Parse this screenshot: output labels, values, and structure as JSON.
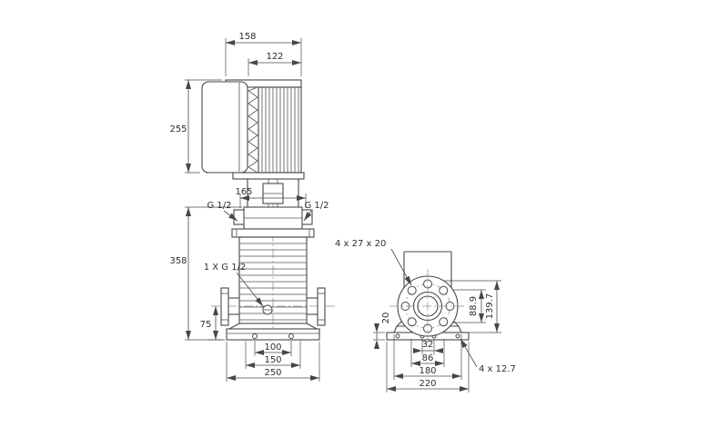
{
  "front_view": {
    "dim_top_width": "158",
    "dim_motor_width": "122",
    "dim_motor_height": "255",
    "dim_port_spacing": "165",
    "port_left_label": "G 1/2",
    "port_right_label": "G 1/2",
    "dim_pump_height": "358",
    "drain_label": "1 X G 1/2",
    "dim_port_center_height": "75",
    "dim_base_holes": "100",
    "dim_foot_width": "150",
    "dim_base_width": "250"
  },
  "side_view": {
    "flange_holes_label": "4 x 27 x 20",
    "dim_raised_face": "88.9",
    "dim_bolt_circle": "139.7",
    "dim_plate_thickness": "20",
    "dim_slot_spacing": "32",
    "dim_slot_outer_spacing": "86",
    "dim_foot_width": "180",
    "dim_base_width": "220",
    "base_holes_label": "4 x 12.7"
  },
  "colors": {
    "line": "#474747",
    "text": "#2e2e2e",
    "background": "#ffffff"
  }
}
